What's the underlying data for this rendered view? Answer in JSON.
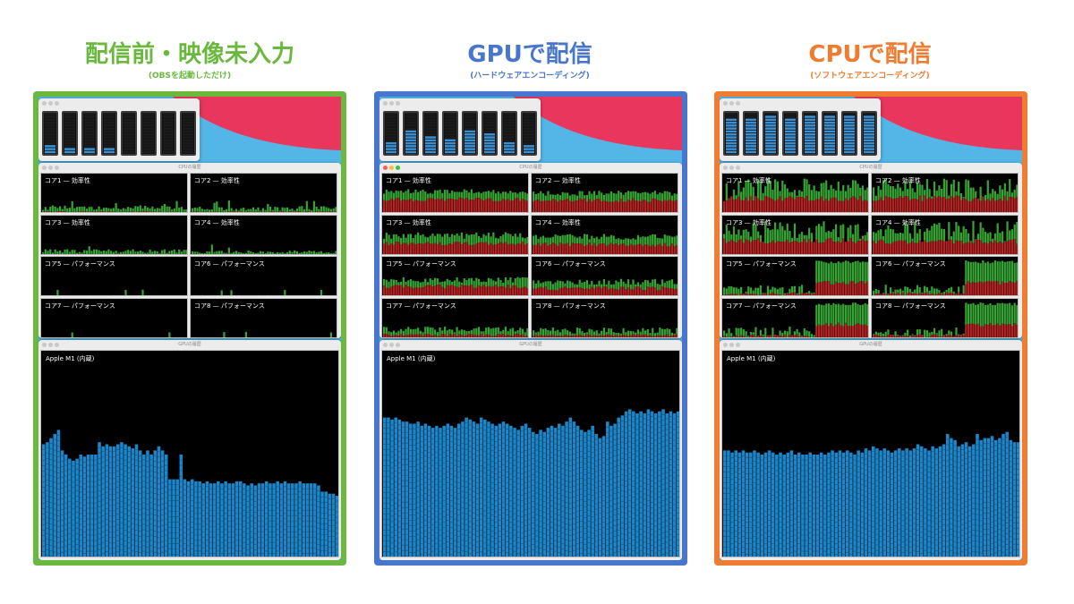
{
  "colors": {
    "green": "#6ab93e",
    "blue": "#4876cc",
    "orange": "#ee7d31",
    "bar_blue": "#1d86c9",
    "cpu_green": "#37a335",
    "cpu_red": "#b42323",
    "wall_sky": "#54b6e6",
    "wall_pink": "#e8365c"
  },
  "windows": {
    "cpu_history_title": "CPUの履歴",
    "gpu_history_title": "GPUの履歴",
    "gpu_label": "Apple M1 (内蔵)"
  },
  "columns": [
    {
      "title": "配信前・映像未入力",
      "subtitle": "(OBSを起動しただけ)",
      "color": "green",
      "meters": [
        0.18,
        0.16,
        0.16,
        0.14,
        0.02,
        0.02,
        0.01,
        0.01
      ],
      "cores": [
        {
          "label": "コア1 — 効率性",
          "green": [
            0.08,
            0.2
          ],
          "red": [
            0.02,
            0.04
          ]
        },
        {
          "label": "コア2 — 効率性",
          "green": [
            0.06,
            0.18
          ],
          "red": [
            0.02,
            0.04
          ]
        },
        {
          "label": "コア3 — 効率性",
          "green": [
            0.05,
            0.15
          ],
          "red": [
            0.01,
            0.03
          ]
        },
        {
          "label": "コア4 — 効率性",
          "green": [
            0.04,
            0.12
          ],
          "red": [
            0.01,
            0.03
          ]
        },
        {
          "label": "コア5 — パフォーマンス",
          "green": [
            0.0,
            0.03
          ],
          "red": [
            0.0,
            0.01
          ]
        },
        {
          "label": "コア6 — パフォーマンス",
          "green": [
            0.0,
            0.03
          ],
          "red": [
            0.0,
            0.01
          ]
        },
        {
          "label": "コア7 — パフォーマンス",
          "green": [
            0.0,
            0.02
          ],
          "red": [
            0.0,
            0.01
          ]
        },
        {
          "label": "コア8 — パフォーマンス",
          "green": [
            0.0,
            0.02
          ],
          "red": [
            0.0,
            0.01
          ]
        }
      ],
      "gpu_history": [
        0.55,
        0.56,
        0.58,
        0.6,
        0.62,
        0.52,
        0.5,
        0.48,
        0.47,
        0.48,
        0.5,
        0.49,
        0.5,
        0.5,
        0.5,
        0.56,
        0.54,
        0.55,
        0.54,
        0.54,
        0.55,
        0.56,
        0.55,
        0.54,
        0.53,
        0.55,
        0.52,
        0.5,
        0.52,
        0.5,
        0.52,
        0.54,
        0.52,
        0.5,
        0.38,
        0.38,
        0.38,
        0.5,
        0.38,
        0.37,
        0.38,
        0.37,
        0.37,
        0.36,
        0.37,
        0.36,
        0.36,
        0.37,
        0.36,
        0.37,
        0.36,
        0.36,
        0.37,
        0.37,
        0.36,
        0.35,
        0.36,
        0.35,
        0.36,
        0.36,
        0.37,
        0.36,
        0.36,
        0.37,
        0.36,
        0.37,
        0.36,
        0.36,
        0.36,
        0.37,
        0.36,
        0.36,
        0.36,
        0.36,
        0.35,
        0.32,
        0.32,
        0.31,
        0.31,
        0.3
      ]
    },
    {
      "title": "GPUで配信",
      "subtitle": "(ハードウェアエンコーディング)",
      "color": "blue",
      "meters": [
        0.32,
        0.55,
        0.45,
        0.35,
        0.6,
        0.5,
        0.25,
        0.22
      ],
      "cores": [
        {
          "label": "コア1 — 効率性",
          "green": [
            0.5,
            0.62
          ],
          "red": [
            0.3,
            0.4
          ]
        },
        {
          "label": "コア2 — 効率性",
          "green": [
            0.45,
            0.58
          ],
          "red": [
            0.28,
            0.38
          ]
        },
        {
          "label": "コア3 — 効率性",
          "green": [
            0.42,
            0.6
          ],
          "red": [
            0.25,
            0.35
          ]
        },
        {
          "label": "コア4 — 効率性",
          "green": [
            0.4,
            0.55
          ],
          "red": [
            0.22,
            0.32
          ]
        },
        {
          "label": "コア5 — パフォーマンス",
          "green": [
            0.35,
            0.5
          ],
          "red": [
            0.2,
            0.3
          ]
        },
        {
          "label": "コア6 — パフォーマンス",
          "green": [
            0.3,
            0.45
          ],
          "red": [
            0.15,
            0.25
          ]
        },
        {
          "label": "コア7 — パフォーマンス",
          "green": [
            0.15,
            0.3
          ],
          "red": [
            0.05,
            0.12
          ]
        },
        {
          "label": "コア8 — パフォーマンス",
          "green": [
            0.12,
            0.28
          ],
          "red": [
            0.05,
            0.1
          ]
        }
      ],
      "gpu_history": [
        0.68,
        0.68,
        0.67,
        0.68,
        0.67,
        0.66,
        0.66,
        0.65,
        0.65,
        0.66,
        0.64,
        0.65,
        0.64,
        0.63,
        0.64,
        0.63,
        0.64,
        0.65,
        0.64,
        0.63,
        0.65,
        0.66,
        0.68,
        0.67,
        0.66,
        0.65,
        0.68,
        0.67,
        0.66,
        0.65,
        0.64,
        0.65,
        0.66,
        0.65,
        0.64,
        0.63,
        0.62,
        0.64,
        0.65,
        0.63,
        0.61,
        0.6,
        0.62,
        0.61,
        0.63,
        0.64,
        0.63,
        0.65,
        0.64,
        0.66,
        0.68,
        0.66,
        0.64,
        0.62,
        0.61,
        0.62,
        0.64,
        0.6,
        0.58,
        0.59,
        0.66,
        0.64,
        0.65,
        0.68,
        0.69,
        0.71,
        0.72,
        0.71,
        0.7,
        0.71,
        0.7,
        0.72,
        0.71,
        0.7,
        0.71,
        0.72,
        0.7,
        0.71,
        0.7,
        0.71
      ]
    },
    {
      "title": "CPUで配信",
      "subtitle": "(ソフトウェアエンコーディング)",
      "color": "orange",
      "meters": [
        0.88,
        0.86,
        0.9,
        0.84,
        0.95,
        0.92,
        0.9,
        0.9
      ],
      "cores": [
        {
          "label": "コア1 — 効率性",
          "green": [
            0.55,
            0.9
          ],
          "red": [
            0.3,
            0.45
          ]
        },
        {
          "label": "コア2 — 効率性",
          "green": [
            0.55,
            0.9
          ],
          "red": [
            0.3,
            0.45
          ]
        },
        {
          "label": "コア3 — 効率性",
          "green": [
            0.5,
            0.9
          ],
          "red": [
            0.3,
            0.45
          ]
        },
        {
          "label": "コア4 — 効率性",
          "green": [
            0.55,
            0.9
          ],
          "red": [
            0.28,
            0.42
          ]
        },
        {
          "label": "コア5 — パフォーマンス",
          "green": [
            0.15,
            0.95
          ],
          "red": [
            0.1,
            0.4
          ]
        },
        {
          "label": "コア6 — パフォーマンス",
          "green": [
            0.1,
            0.95
          ],
          "red": [
            0.05,
            0.35
          ]
        },
        {
          "label": "コア7 — パフォーマンス",
          "green": [
            0.1,
            0.95
          ],
          "red": [
            0.05,
            0.4
          ]
        },
        {
          "label": "コア8 — パフォーマンス",
          "green": [
            0.05,
            0.95
          ],
          "red": [
            0.02,
            0.3
          ]
        }
      ],
      "gpu_history": [
        0.52,
        0.52,
        0.51,
        0.52,
        0.51,
        0.52,
        0.51,
        0.51,
        0.52,
        0.51,
        0.5,
        0.51,
        0.52,
        0.51,
        0.5,
        0.51,
        0.5,
        0.51,
        0.52,
        0.5,
        0.51,
        0.5,
        0.5,
        0.51,
        0.5,
        0.5,
        0.51,
        0.5,
        0.51,
        0.52,
        0.51,
        0.52,
        0.51,
        0.52,
        0.51,
        0.5,
        0.52,
        0.51,
        0.53,
        0.52,
        0.54,
        0.53,
        0.52,
        0.53,
        0.52,
        0.51,
        0.52,
        0.53,
        0.52,
        0.53,
        0.52,
        0.53,
        0.55,
        0.54,
        0.53,
        0.52,
        0.54,
        0.53,
        0.54,
        0.55,
        0.6,
        0.58,
        0.57,
        0.54,
        0.55,
        0.56,
        0.54,
        0.55,
        0.6,
        0.57,
        0.58,
        0.58,
        0.59,
        0.57,
        0.58,
        0.6,
        0.61,
        0.57,
        0.56,
        0.56
      ]
    }
  ]
}
